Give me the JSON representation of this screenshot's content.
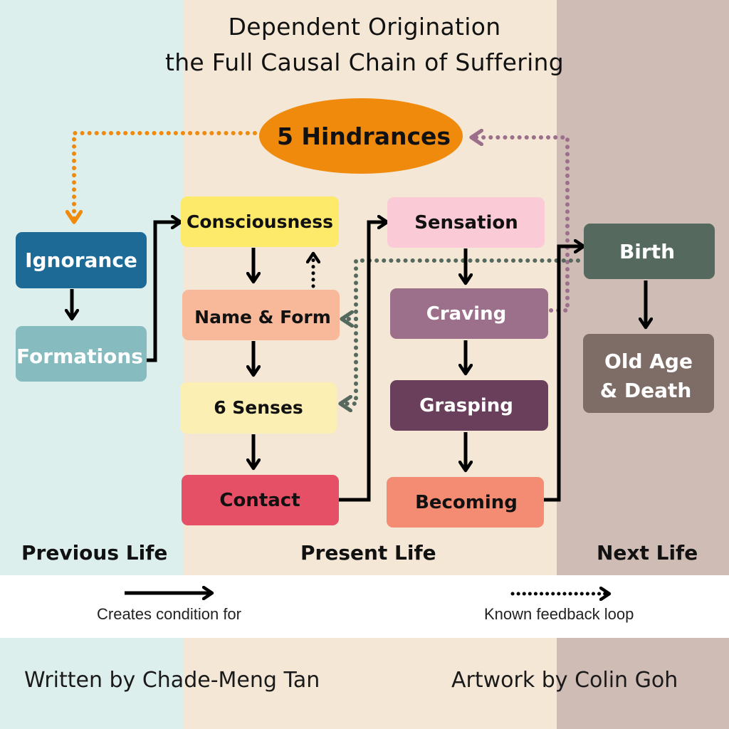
{
  "title": {
    "line1": "Dependent Origination",
    "line2": "the Full Causal Chain of Suffering"
  },
  "nodes": {
    "hindrances": "5 Hindrances",
    "ignorance": "Ignorance",
    "formations": "Formations",
    "consciousness": "Consciousness",
    "name_form": "Name & Form",
    "six_senses": "6 Senses",
    "contact": "Contact",
    "sensation": "Sensation",
    "craving": "Craving",
    "grasping": "Grasping",
    "becoming": "Becoming",
    "birth": "Birth",
    "old_age_death_line1": "Old Age",
    "old_age_death_line2": "& Death"
  },
  "periods": {
    "previous": "Previous Life",
    "present": "Present Life",
    "next": "Next Life"
  },
  "legend": {
    "solid": "Creates condition for",
    "dotted": "Known feedback loop"
  },
  "credits": {
    "writer": "Written by Chade-Meng Tan",
    "artist": "Artwork by Colin Goh"
  },
  "colors": {
    "hindrances": "#f08a0c",
    "ignorance": "#1d6a97",
    "formations": "#86bcbf",
    "consciousness": "#fde96a",
    "name_form": "#f8b99b",
    "six_senses": "#fcefb4",
    "contact": "#e65067",
    "sensation": "#facad7",
    "craving": "#9c6f8a",
    "grasping": "#6a3f5b",
    "becoming": "#f48c74",
    "birth": "#56695f",
    "old_age_death": "#7e6d67",
    "loop_orange": "#f08a0c",
    "loop_purple": "#9c6f8a",
    "loop_green": "#56695f"
  }
}
